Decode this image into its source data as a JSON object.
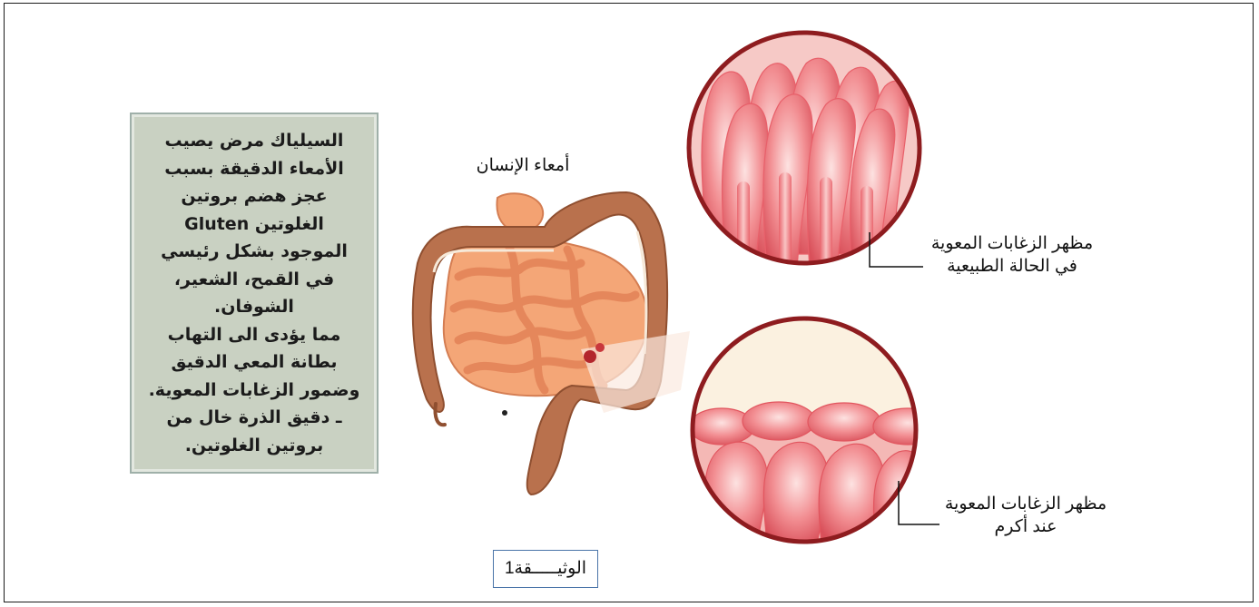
{
  "text_box": {
    "line_1": "السيلياك مرض يصيب الأمعاء الدقيقة  بسبب عجز هضم بروتين الغلوتين",
    "gluten": "Gluten",
    "line_2": "الموجود بشكل رئيسي في القمح، الشعير، الشوفان.",
    "line_3": "مما يؤدى الى التهاب بطانة المعي الدقيق وضمور الزغابات المعوية.",
    "line_4": "ـ دقيق الذرة خال من بروتين الغلوتين."
  },
  "intestine_title": "أمعاء الإنسان",
  "normal_label": {
    "line_1": "مظهر الزغابات المعوية",
    "line_2": "في الحالة الطبيعية"
  },
  "celiac_label": {
    "line_1": "مظهر الزغابات المعوية",
    "line_2": "عند أكرم"
  },
  "doc_caption": "الوثيـــــقة1",
  "colors": {
    "text_box_bg": "#c9d1c2",
    "circle_border": "#8e1c1f",
    "villi": "#ea6f76",
    "colon": "#b56a46",
    "small_intestine": "#f3a071"
  }
}
